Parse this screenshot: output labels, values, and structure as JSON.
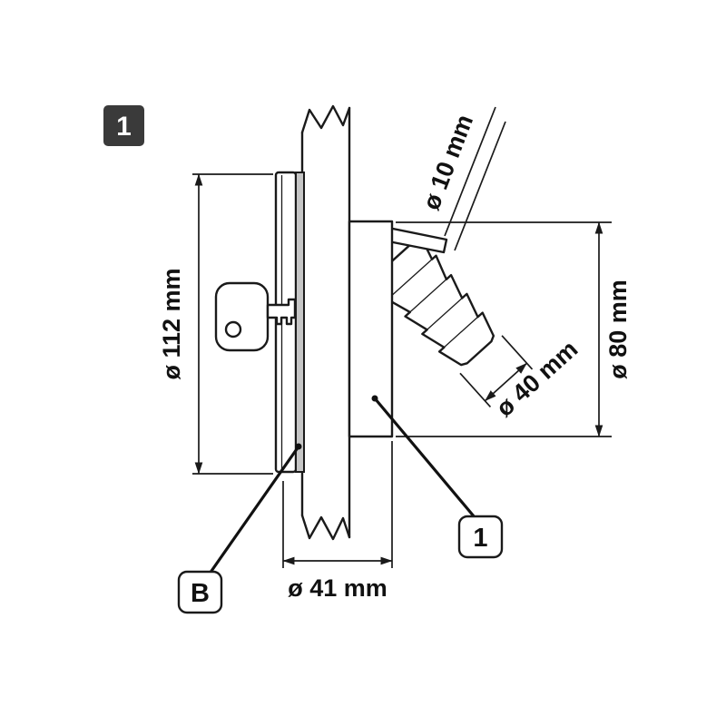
{
  "figure": {
    "badge_label": "1"
  },
  "dimensions": {
    "flange_diameter": "ø 112 mm",
    "vent_diameter": "ø 10 mm",
    "body_diameter": "ø 80 mm",
    "hose_diameter": "ø 40 mm",
    "hole_diameter": "ø 41 mm"
  },
  "callouts": {
    "gasket_label": "B",
    "body_label": "1"
  },
  "colors": {
    "line": "#1a1a1a",
    "badge_background": "#3a3a3a",
    "badge_text": "#ffffff",
    "gasket_fill": "#c6c6c6",
    "background": "#ffffff"
  }
}
